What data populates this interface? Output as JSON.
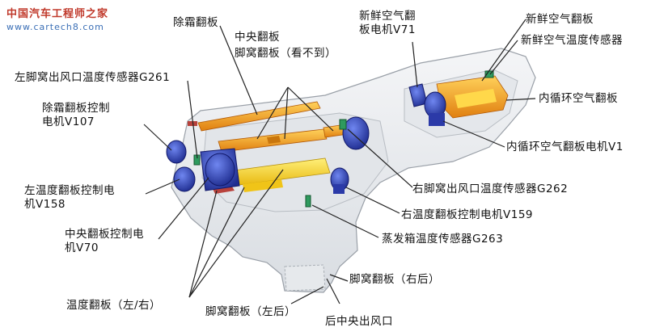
{
  "watermark": {
    "title": "中国汽车工程师之家",
    "url": "www.cartech8.com"
  },
  "labels": {
    "defrost_flap": "除霜翻板",
    "central_flap": "中央翻板",
    "footwell_flap_hidden": "脚窝翻板（看不到）",
    "left_footwell_sensor": "左脚窝出风口温度传感器G261",
    "defrost_motor_line1": "除霜翻板控制",
    "defrost_motor_line2": "电机V107",
    "left_temp_motor_line1": "左温度翻板控制电",
    "left_temp_motor_line2": "机V158",
    "central_motor_line1": "中央翻板控制电",
    "central_motor_line2": "机V70",
    "temp_flap": "温度翻板（左/右）",
    "footwell_left_rear": "脚窝翻板（左后）",
    "rear_center_vent": "后中央出风口",
    "footwell_right_rear": "脚窝翻板（右后）",
    "evaporator_sensor": "蒸发箱温度传感器G263",
    "right_temp_motor": "右温度翻板控制电机V159",
    "right_footwell_sensor": "右脚窝出风口温度传感器G262",
    "recirc_motor": "内循环空气翻板电机V1",
    "recirc_flap": "内循环空气翻板",
    "fresh_temp_sensor": "新鲜空气温度传感器",
    "fresh_flap": "新鲜空气翻板",
    "fresh_motor_line1": "新鲜空气翻",
    "fresh_motor_line2": "板电机V71"
  },
  "colors": {
    "housing": "#e9ecef",
    "flap_orange": "#f2a21c",
    "flap_yellow": "#f7d21e",
    "motor_blue": "#3a4fc0",
    "sensor_green": "#2e9a5e",
    "lead_line": "#222222"
  }
}
